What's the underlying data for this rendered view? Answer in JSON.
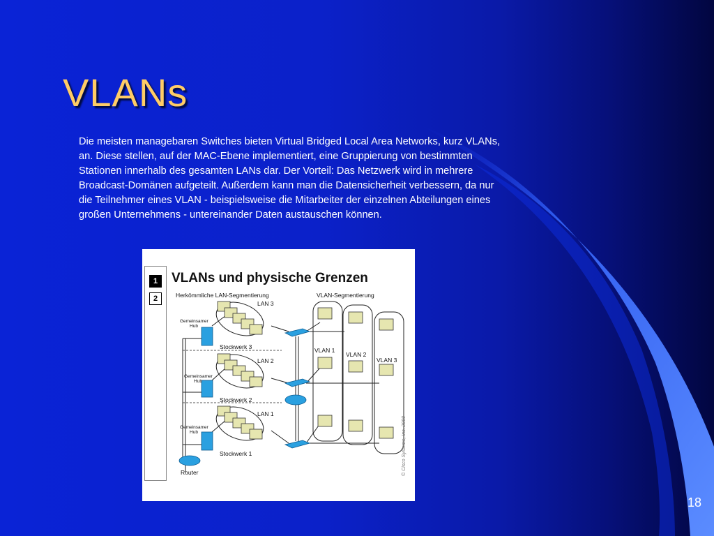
{
  "slide": {
    "title": "VLANs",
    "body": "Die meisten managebaren Switches bieten Virtual Bridged Local Area Networks, kurz VLANs, an. Diese stellen, auf der MAC-Ebene implementiert, eine Gruppierung von bestimmten Stationen innerhalb des gesamten LANs dar. Der Vorteil: Das Netzwerk wird in mehrere Broadcast-Domänen aufgeteilt. Außerdem kann man die Datensicherheit verbessern, da nur die Teilnehmer eines VLAN - beispielsweise die Mitarbeiter der einzelnen Abteilungen eines großen Unternehmens - untereinander Daten austauschen können.",
    "page_number": "18"
  },
  "figure": {
    "tabs": [
      "1",
      "2"
    ],
    "title": "VLANs und physische Grenzen",
    "left_heading": "Herkömmliche LAN-Segmentierung",
    "right_heading": "VLAN-Segmentierung",
    "lan_labels": [
      "LAN 3",
      "LAN 2",
      "LAN 1"
    ],
    "floor_labels": [
      "Stockwerk 3",
      "Stockwerk 2",
      "Stockwerk 1"
    ],
    "hub_label": "Gemeinsamer Hub",
    "router_label": "Router",
    "vlan_labels": [
      "VLAN 1",
      "VLAN 2",
      "VLAN 3"
    ],
    "copyright": "© Cisco Systems, Inc. 2000"
  },
  "colors": {
    "title": "#ffcc66",
    "background": "#0a23d6",
    "swoosh": "#4a78ff"
  }
}
